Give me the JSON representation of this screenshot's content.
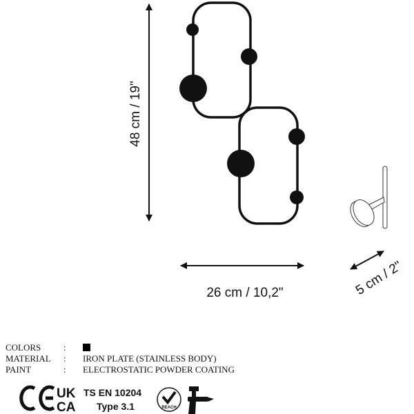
{
  "dimensions": {
    "height": "48 cm / 19\"",
    "width": "26 cm / 10,2\"",
    "depth": "5 cm / 2\""
  },
  "specs": [
    {
      "label": "COLORS",
      "value": "",
      "swatch_color": "#000000"
    },
    {
      "label": "MATERIAL",
      "value": "IRON PLATE (STAINLESS BODY)"
    },
    {
      "label": "PAINT",
      "value": "ELECTROSTATIC POWDER COATING"
    }
  ],
  "separator": ":",
  "certifications": {
    "ce": "CE",
    "ukca_top": "UK",
    "ukca_bottom": "CA",
    "standard": "TS EN 10204",
    "type": "Type 3.1",
    "reach": "REACH",
    "icons": [
      "ce-mark-icon",
      "ukca-mark-icon",
      "reach-check-icon",
      "spray-gun-icon"
    ]
  }
}
